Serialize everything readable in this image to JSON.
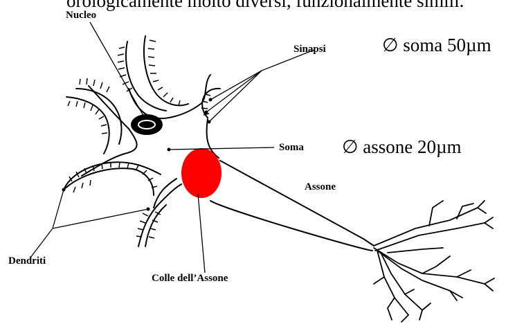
{
  "caption_partial": "orologicamente molto diversi, funzionalmente simili.",
  "measurements": {
    "soma": "∅ soma 50µm",
    "assone": "∅ assone 20µm"
  },
  "labels": {
    "nucleo": "Nucleo",
    "sinapsi": "Sinapsi",
    "soma": "Soma",
    "assone": "Assone",
    "dendriti": "Dendriti",
    "colle": "Colle dell’Assone"
  },
  "colors": {
    "axon_hillock": "#ff0000",
    "nucleus": "#000000",
    "line": "#000000"
  }
}
